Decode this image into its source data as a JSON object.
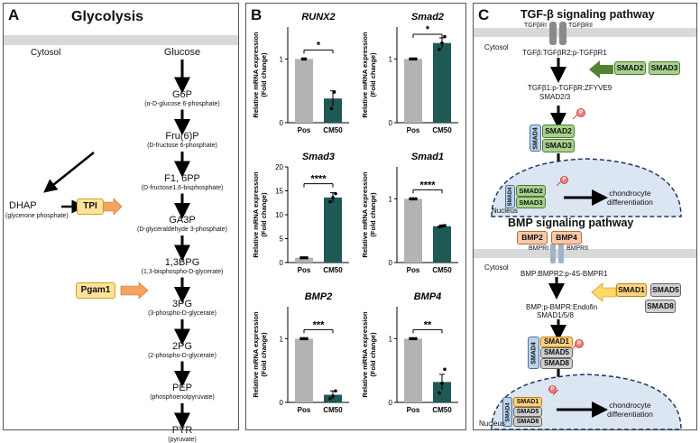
{
  "panelA": {
    "label": "A",
    "title": "Glycolysis",
    "compartment": "Cytosol",
    "nodes": [
      {
        "name": "Glucose",
        "full": ""
      },
      {
        "name": "G6P",
        "full": "(α-D-glucose 6-phosphate)"
      },
      {
        "name": "Fru(6)P",
        "full": "(D-fructose 6-phosphate)"
      },
      {
        "name": "F1, 6PP",
        "full": "(D-fructose1,6-bisphosphate)"
      },
      {
        "name": "GA3P",
        "full": "(D-glyceraldehyde 3-phosphate)"
      },
      {
        "name": "1,3BPG",
        "full": "(1,3-bisphospho-D-glycerate)"
      },
      {
        "name": "3PG",
        "full": "(3-phospho-D-glycerate)"
      },
      {
        "name": "2PG",
        "full": "(2-phospho-D-glycerate)"
      },
      {
        "name": "PEP",
        "full": "(phosphoenolpyruvate)"
      },
      {
        "name": "PYR",
        "full": "(pyruvate)"
      }
    ],
    "dhap": {
      "name": "DHAP",
      "full": "(glycerone phosphate)"
    },
    "enzymes": {
      "tpi": "TPI",
      "pgam1": "Pgam1"
    },
    "colors": {
      "enzyme_fill": "#ffe39a",
      "enzyme_arrow": "#f4a460",
      "membrane": "#d9d9d9"
    }
  },
  "panelB": {
    "label": "B",
    "ylabel": "Relative mRNA expression\n(Fold change)",
    "colors": {
      "pos": "#b3b3b3",
      "cm50": "#1f5956"
    },
    "chart_data": [
      {
        "type": "bar",
        "title": "RUNX2",
        "categories": [
          "Pos",
          "CM50"
        ],
        "values": [
          1.0,
          0.38
        ],
        "errors": [
          0.0,
          0.12
        ],
        "points": [
          [
            1.0,
            1.0
          ],
          [
            0.22,
            0.48
          ]
        ],
        "ylim": [
          0,
          1.5
        ],
        "yticks": [
          "0",
          "1"
        ],
        "sig": "*"
      },
      {
        "type": "bar",
        "title": "Smad2",
        "categories": [
          "Pos",
          "CM50"
        ],
        "values": [
          1.0,
          1.25
        ],
        "errors": [
          0.0,
          0.08
        ],
        "points": [
          [
            1.0,
            1.0,
            1.0
          ],
          [
            1.15,
            1.25,
            1.35
          ]
        ],
        "ylim": [
          0,
          1.5
        ],
        "yticks": [
          "0",
          "1"
        ],
        "sig": "*"
      },
      {
        "type": "bar",
        "title": "Smad3",
        "categories": [
          "Pos",
          "CM50"
        ],
        "values": [
          1.0,
          13.6
        ],
        "errors": [
          0.0,
          1.0
        ],
        "points": [
          [
            1.0,
            1.0,
            1.0
          ],
          [
            12.7,
            13.6,
            14.4
          ]
        ],
        "ylim": [
          0,
          20
        ],
        "yticks": [
          "0",
          "5",
          "10",
          "15",
          "20"
        ],
        "sig": "****"
      },
      {
        "type": "bar",
        "title": "Smad1",
        "categories": [
          "Pos",
          "CM50"
        ],
        "values": [
          1.0,
          0.57
        ],
        "errors": [
          0.0,
          0.02
        ],
        "points": [
          [
            1.0,
            1.0,
            1.0
          ],
          [
            0.56,
            0.57,
            0.58
          ]
        ],
        "ylim": [
          0,
          1.5
        ],
        "yticks": [
          "0",
          "1"
        ],
        "sig": "****"
      },
      {
        "type": "bar",
        "title": "BMP2",
        "categories": [
          "Pos",
          "CM50"
        ],
        "values": [
          1.0,
          0.12
        ],
        "errors": [
          0.0,
          0.06
        ],
        "points": [
          [
            1.0,
            1.0,
            1.0
          ],
          [
            0.06,
            0.1,
            0.18
          ]
        ],
        "ylim": [
          0,
          1.5
        ],
        "yticks": [
          "0",
          "1"
        ],
        "sig": "***"
      },
      {
        "type": "bar",
        "title": "BMP4",
        "categories": [
          "Pos",
          "CM50"
        ],
        "values": [
          1.0,
          0.32
        ],
        "errors": [
          0.0,
          0.12
        ],
        "points": [
          [
            1.0,
            1.0,
            1.0
          ],
          [
            0.15,
            0.3,
            0.52
          ]
        ],
        "ylim": [
          0,
          1.5
        ],
        "yticks": [
          "0",
          "1"
        ],
        "sig": "**"
      }
    ]
  },
  "panelC": {
    "label": "C",
    "tgf_title": "TGF-β signaling pathway",
    "bmp_title": "BMP signaling pathway",
    "cytosol": "Cytosol",
    "nucleus": "Nucleus",
    "tgf": {
      "receptor1": "TGFβRI",
      "receptor2": "TGFβRII",
      "complex": "TGFβ:TGFβR2:p-TGFβR1",
      "complex2": "TGFβ1:p-TGFβR:ZFYVE9",
      "complex2_sub": "SMAD2/3",
      "smad2": "SMAD2",
      "smad3": "SMAD3",
      "smad4": "SMAD4",
      "phospho": "P",
      "outcome": "chondrocyte\ndifferentiation"
    },
    "bmp": {
      "ligand1": "BMP2",
      "ligand2": "BMP4",
      "receptor1": "BMPRI",
      "receptor2": "BMPRII",
      "complex": "BMP:BMPR2:p-4S-BMPR1",
      "smad1": "SMAD1",
      "smad5": "SMAD5",
      "smad8": "SMAD8",
      "complex2": "BMP:p-BMPR:Endofin",
      "complex2_sub": "SMAD1/5/8",
      "smad4": "SMAD4",
      "phospho": "P",
      "outcome": "chondrocyte\ndifferentiation"
    },
    "colors": {
      "nucleus": "#dce6f2",
      "phospho": "#f08080",
      "receptor": "#8a8a8a",
      "bmp_receptor": "#9fb3c8"
    }
  }
}
